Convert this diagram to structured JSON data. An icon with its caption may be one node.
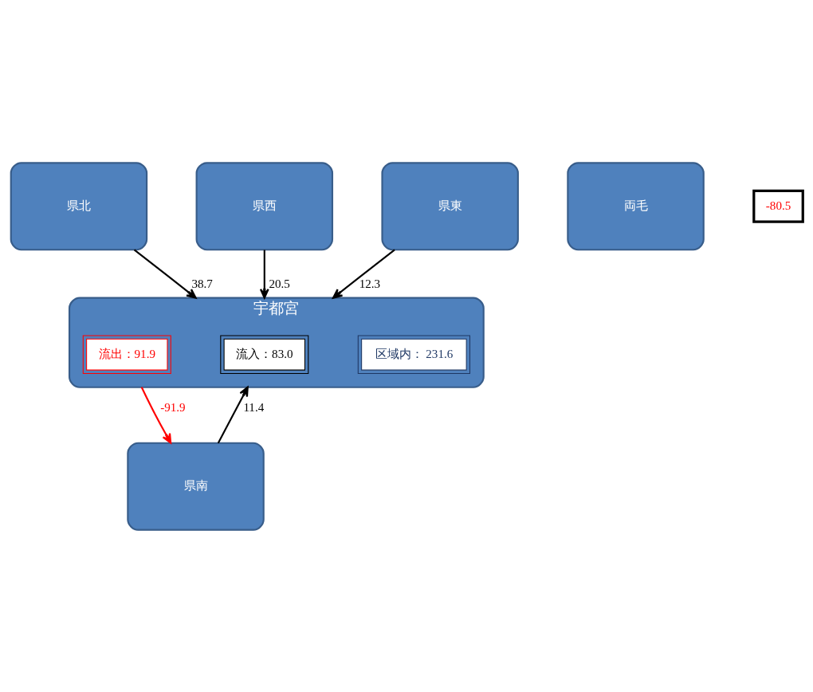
{
  "diagram": {
    "nodes": [
      {
        "text": [
          "県北"
        ]
      },
      {
        "text": [
          "県西"
        ]
      },
      {
        "text": [
          "宇都宮"
        ]
      },
      {
        "text": [
          "区域内： 231.6"
        ],
        "in": 2
      },
      {
        "text": [
          "流出：91.9"
        ],
        "in": 2
      },
      {
        "text": [
          "流入：83.0"
        ],
        "in": 2
      },
      {
        "text": [
          "県東"
        ]
      },
      {
        "text": [
          "両毛"
        ]
      },
      {
        "text": [
          "-80.5"
        ]
      },
      {
        "text": [
          "県南"
        ]
      }
    ],
    "edges": [
      {
        "from": 0,
        "to": 2,
        "arrow": "to",
        "label": "38.7"
      },
      {
        "from": 1,
        "to": 2,
        "arrow": "to",
        "label": "20.5"
      },
      {
        "from": 6,
        "to": 2,
        "arrow": "to",
        "label": "12.3"
      },
      {
        "from": 2,
        "to": 9,
        "arrow": "to",
        "label": "-91.9",
        "color": "#ff0000"
      },
      {
        "from": 9,
        "to": 2,
        "arrow": "to",
        "label": "11.4"
      }
    ]
  }
}
